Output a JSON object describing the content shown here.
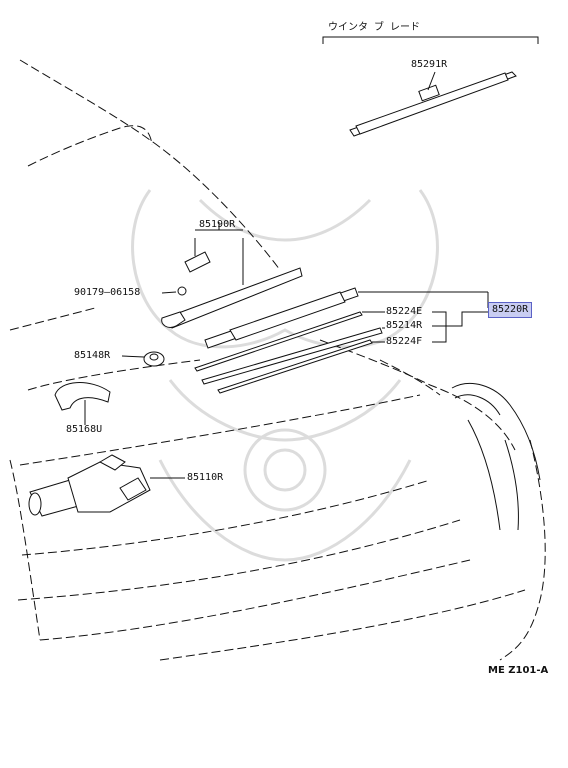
{
  "header_label": "ウインタ ブ レード",
  "diagram_code": "ME Z101-A",
  "parts": {
    "p85291R": "85291R",
    "p85190R": "85190R",
    "p90179": "90179–06158",
    "p85148R": "85148R",
    "p85168U": "85168U",
    "p85110R": "85110R",
    "p85224E": "85224E",
    "p85214R": "85214R",
    "p85224F": "85224F",
    "p85220R": "85220R"
  },
  "colors": {
    "line": "#111111",
    "highlight": "#c9cdf2",
    "highlight_border": "#5b62c6",
    "watermark": "#d9d9d9"
  }
}
